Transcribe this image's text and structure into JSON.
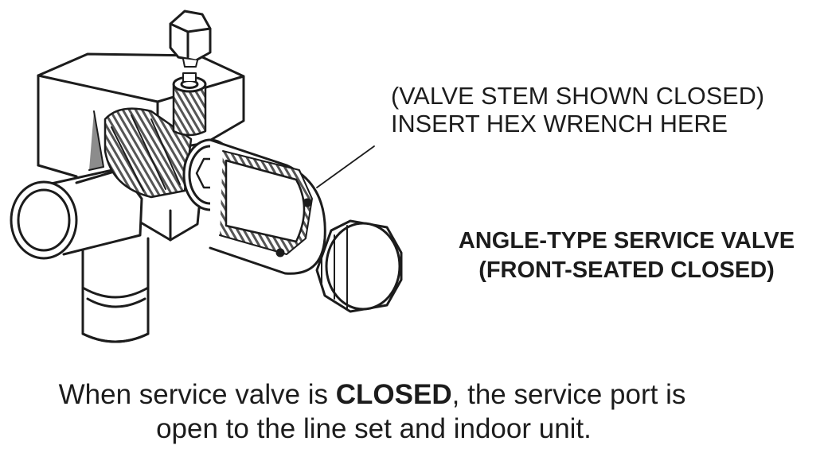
{
  "callout": {
    "line1": "(VALVE STEM SHOWN CLOSED)",
    "line2": "INSERT HEX WRENCH HERE"
  },
  "title": {
    "line1": "ANGLE-TYPE SERVICE VALVE",
    "line2": "(FRONT-SEATED CLOSED)"
  },
  "caption": {
    "line1_before": "When service valve is ",
    "line1_bold": "CLOSED",
    "line1_after": ", the service port is",
    "line2": "open to the line set and indoor unit."
  },
  "colors": {
    "ink": "#1c1c1c",
    "shade": "#8c8c8c",
    "light_shade": "#cfcfcf",
    "background": "#ffffff"
  }
}
